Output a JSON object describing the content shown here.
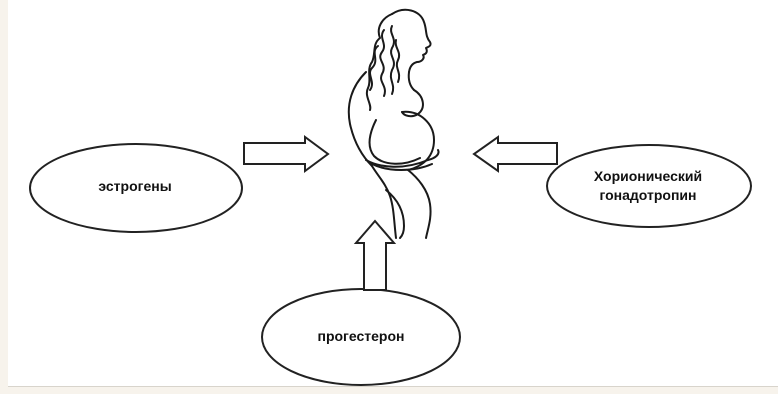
{
  "diagram": {
    "nodes": [
      {
        "id": "estrogens",
        "label": "эстрогены"
      },
      {
        "id": "hcg",
        "label": "Хорионический\nгонадотропин"
      },
      {
        "id": "progesterone",
        "label": "прогестерон"
      }
    ],
    "center": {
      "icon": "pregnant-woman-icon"
    },
    "edges": [
      {
        "from": "estrogens",
        "to": "center"
      },
      {
        "from": "hcg",
        "to": "center"
      },
      {
        "from": "progesterone",
        "to": "center"
      }
    ],
    "colors": {
      "stroke": "#222222",
      "fill": "#ffffff",
      "page_background": "#f7f3ec"
    }
  }
}
